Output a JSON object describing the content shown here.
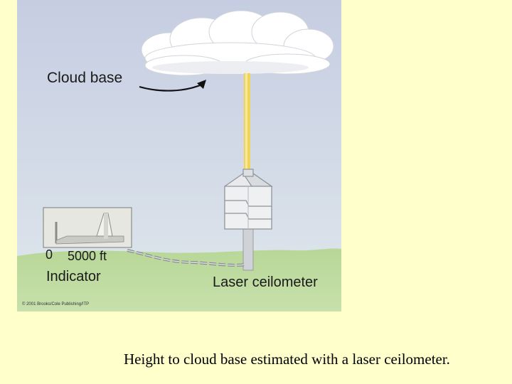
{
  "figure": {
    "cloud_base_label": "Cloud base",
    "indicator": {
      "zero_label": "0",
      "range_label": "5000 ft",
      "title": "Indicator"
    },
    "ceilometer_label": "Laser ceilometer",
    "copyright": "© 2001 Brooks/Cole Publishing/ITP"
  },
  "caption": "Height to cloud base estimated with a laser ceilometer.",
  "colors": {
    "slide_background": "#ffffcc",
    "sky_top": "#c6cde2",
    "sky_bottom": "#dde6ec",
    "grass": "#b5d694",
    "laser_beam": "#f0d45a"
  }
}
